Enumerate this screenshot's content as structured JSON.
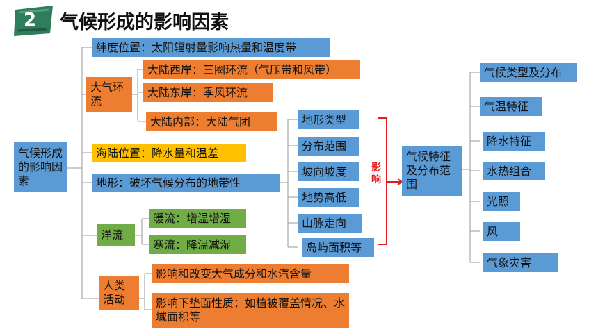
{
  "header": {
    "number": "2",
    "title": "气候形成的影响因素"
  },
  "root": "气候形成的影响因素",
  "factors": {
    "latitude": "纬度位置：太阳辐射量影响热量和温度带",
    "atmosphere": {
      "label": "大气环流",
      "items": [
        "大陆西岸：三圈环流（气压带和风带）",
        "大陆东岸：季风环流",
        "大陆内部：大陆气团"
      ]
    },
    "land_sea": "海陆位置：降水量和温差",
    "terrain": "地形：破坏气候分布的地带性",
    "current": {
      "label": "洋流",
      "items": [
        "暖流：增温增湿",
        "寒流：降温减湿"
      ]
    },
    "human": {
      "label": "人类活动",
      "items": [
        "影响和改变大气成分和水汽含量",
        "影响下垫面性质：如植被覆盖情况、水域面积等"
      ]
    }
  },
  "terrain_aspects": [
    "地形类型",
    "分布范围",
    "坡向坡度",
    "地势高低",
    "山脉走向",
    "岛屿面积等"
  ],
  "influence_label": "影响",
  "climate_node": "气候特征及分布范围",
  "climate_aspects": [
    "气候类型及分布",
    "气温特征",
    "降水特征",
    "水热组合",
    "光照",
    "风",
    "气象灾害"
  ],
  "colors": {
    "blue": "#5b9bd5",
    "orange": "#ed7d31",
    "yellow": "#ffc000",
    "green": "#70ad47",
    "badge": "#2e7d5b",
    "influence": "#e02020"
  }
}
